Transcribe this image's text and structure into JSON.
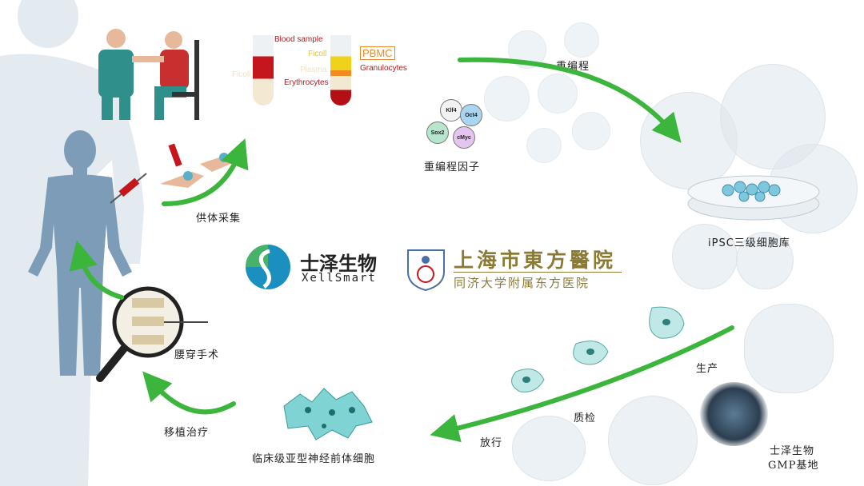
{
  "blood_tubes": {
    "blood_sample": "Blood sample",
    "ficoll_left": "Ficoll",
    "ficoll_right": "Ficoll",
    "plasma": "Plasma",
    "pbmc": "PBMC",
    "granulocytes": "Granulocytes",
    "erythrocytes": "Erythrocytes"
  },
  "steps": {
    "donor_collection": "供体采集",
    "reprogramming": "重编程",
    "reprogramming_factors": "重编程因子",
    "ipsc_bank": "iPSC三级细胞库",
    "production": "生产",
    "quality_control": "质检",
    "release": "放行",
    "gmp_base_line1": "士泽生物",
    "gmp_base_line2": "GMP基地",
    "npc": "临床级亚型神经前体细胞",
    "transplant": "移植治疗",
    "lumbar_surgery": "腰穿手术"
  },
  "factors": [
    "Klf4",
    "Oct4",
    "Sox2",
    "cMyc"
  ],
  "logos": {
    "xellsmart_cn": "士泽生物",
    "xellsmart_en": "XellSmart",
    "hospital_cn": "上海市東方醫院",
    "hospital_sub": "同济大学附属东方医院"
  },
  "colors": {
    "arrow_green": "#3bb53b",
    "body_blue": "#7d9cb8",
    "blood_red": "#c4161c",
    "cell_teal": "#a9e0dc",
    "hospital_gold": "#8a7a35"
  }
}
